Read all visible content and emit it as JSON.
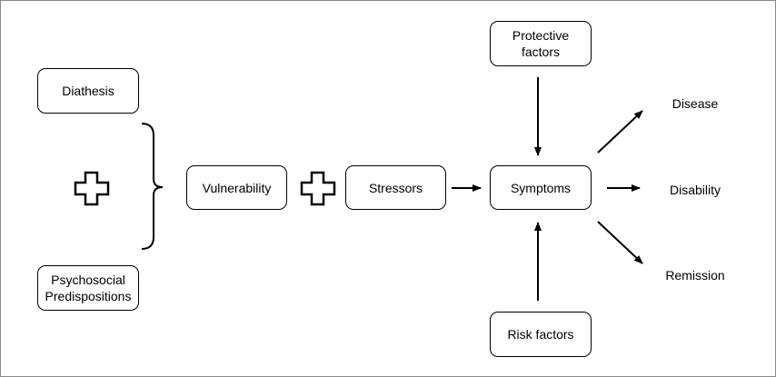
{
  "nodes": {
    "diathesis": "Diathesis",
    "psychosocial": "Psychosocial Predispositions",
    "vulnerability": "Vulnerability",
    "stressors": "Stressors",
    "symptoms": "Symptoms",
    "protective": "Protective factors",
    "risk": "Risk factors"
  },
  "outcomes": {
    "disease": "Disease",
    "disability": "Disability",
    "remission": "Remission"
  },
  "colors": {
    "stroke": "#000000",
    "frame": "#8a8a8a"
  }
}
